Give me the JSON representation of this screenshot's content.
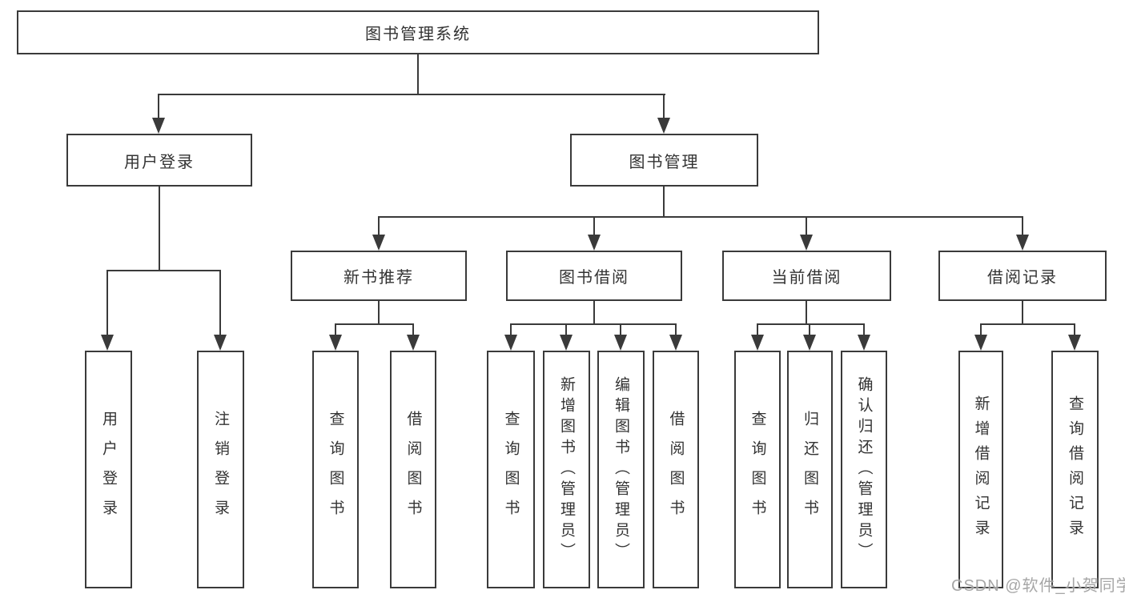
{
  "diagram": {
    "root": "图书管理系统",
    "level2": {
      "user_login": {
        "label": "用户登录",
        "leaves": [
          "用户登录",
          "注销登录"
        ]
      },
      "book_mgmt": {
        "label": "图书管理",
        "groups": [
          {
            "label": "新书推荐",
            "leaves": [
              "查询图书",
              "借阅图书"
            ]
          },
          {
            "label": "图书借阅",
            "leaves": [
              "查询图书",
              "新增图书（管理员）",
              "编辑图书（管理员）",
              "借阅图书"
            ]
          },
          {
            "label": "当前借阅",
            "leaves": [
              "查询图书",
              "归还图书",
              "确认归还（管理员）"
            ]
          },
          {
            "label": "借阅记录",
            "leaves": [
              "新增借阅记录",
              "查询借阅记录"
            ]
          }
        ]
      }
    }
  },
  "watermark": "CSDN @软件_小贺同学",
  "colors": {
    "line": "#3a3a3a",
    "text": "#333333",
    "watermark": "#969696",
    "background": "#ffffff"
  }
}
